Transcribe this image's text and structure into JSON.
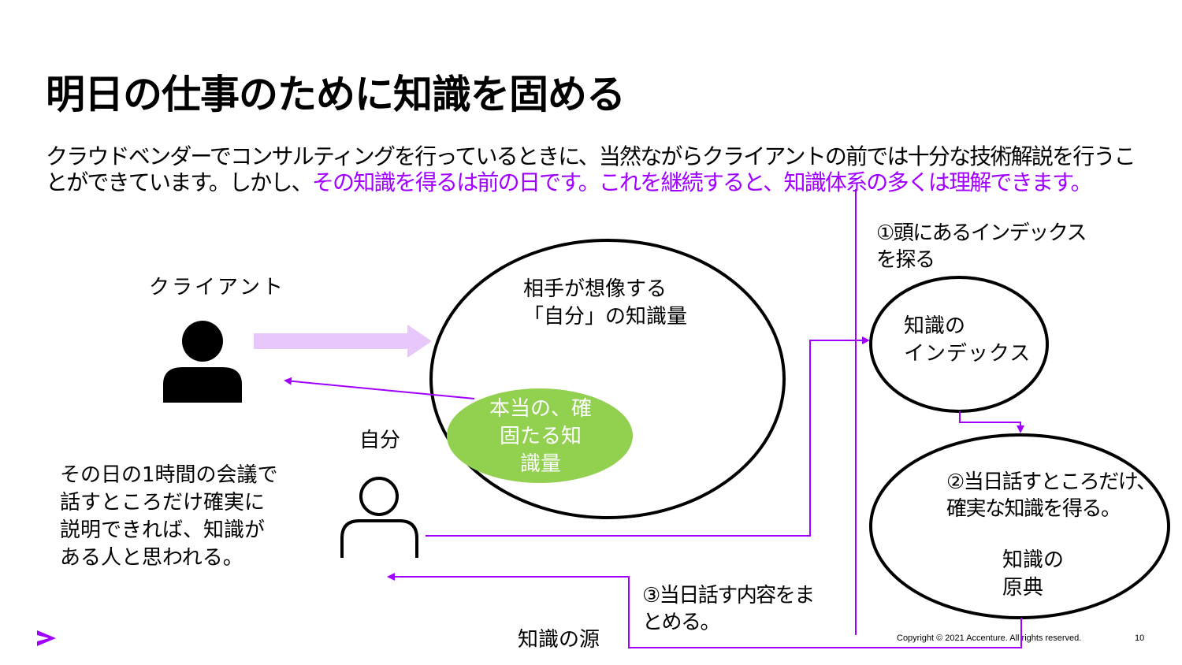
{
  "slide": {
    "title": "明日の仕事のために知識を固める",
    "intro_plain": "クラウドベンダーでコンサルティングを行っているときに、当然ながらクライアントの前では十分な技術解説を行うことができています。しかし、",
    "intro_highlight": "その知識を得るは前の日です。これを継続すると、知識体系の多くは理解できます。"
  },
  "diagram": {
    "client_label": "クライアント",
    "self_label": "自分",
    "perceived_line1": "相手が想像する",
    "perceived_line2": "「自分」の知識量",
    "truth_line1": "本当の、確",
    "truth_line2": "固たる知",
    "truth_line3": "識量",
    "note_line1": "その日の1時間の会議で",
    "note_line2": "話すところだけ確実に",
    "note_line3": "説明できれば、知識が",
    "note_line4": "ある人と思われる。",
    "step1_line1": "①頭にあるインデックス",
    "step1_line2": "を探る",
    "index_line1": "知識の",
    "index_line2": "インデックス",
    "step2_line1": "②当日話すところだけ、",
    "step2_line2": "確実な知識を得る。",
    "source_doc_line1": "知識の",
    "source_doc_line2": "原典",
    "step3_line1": "③当日話す内容をま",
    "step3_line2": "とめる。",
    "knowledge_source": "知識の源"
  },
  "colors": {
    "accent": "#a100ff",
    "arrow_fill": "#e8c8fb",
    "truth_fill": "#92d050",
    "text": "#000000"
  },
  "footer": {
    "logo": ">",
    "copyright": "Copyright © 2021 Accenture. All rights reserved.",
    "page_number": "10"
  }
}
